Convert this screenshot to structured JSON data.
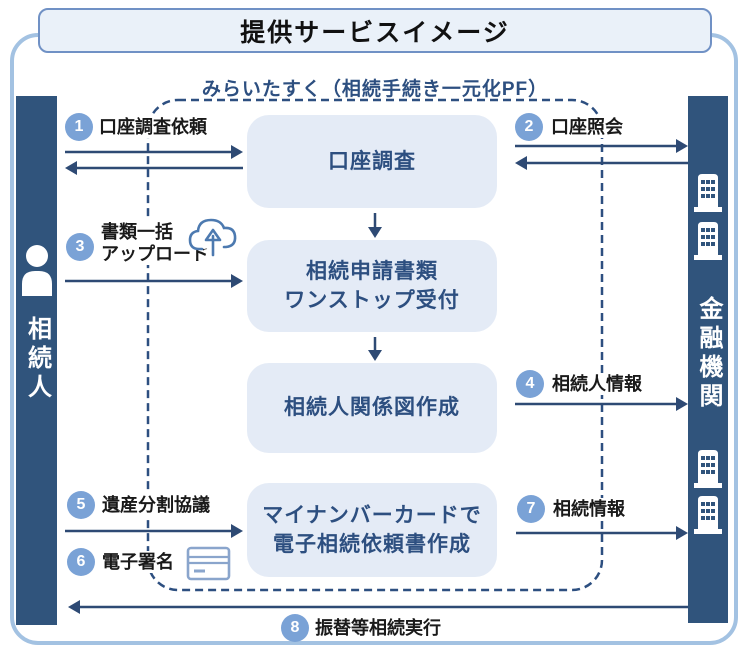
{
  "title": "提供サービスイメージ",
  "platform_label": "みらいたすく（相続手続き一元化PF）",
  "actors": {
    "heir": "相続人",
    "financial_institution": "金融機関"
  },
  "process_boxes": [
    {
      "lines": [
        "口座調査"
      ]
    },
    {
      "lines": [
        "相続申請書類",
        "ワンストップ受付"
      ]
    },
    {
      "lines": [
        "相続人関係図作成"
      ]
    },
    {
      "lines": [
        "マイナンバーカードで",
        "電子相続依頼書作成"
      ]
    }
  ],
  "steps": [
    {
      "num": "1",
      "label": "口座調査依頼"
    },
    {
      "num": "2",
      "label": "口座照会"
    },
    {
      "num": "3",
      "lines": [
        "書類一括",
        "アップロード"
      ],
      "icon": "cloud-upload-icon"
    },
    {
      "num": "4",
      "label": "相続人情報"
    },
    {
      "num": "5",
      "label": "遺産分割協議"
    },
    {
      "num": "6",
      "label": "電子署名",
      "icon": "signature-card-icon"
    },
    {
      "num": "7",
      "label": "相続情報"
    },
    {
      "num": "8",
      "label": "振替等相続実行"
    }
  ],
  "colors": {
    "bar_navy": "#30547C",
    "arrow_navy": "#2E4A74",
    "circle_blue": "#7AA2D6",
    "box_fill": "#E4EBF6",
    "box_text": "#2D4F80",
    "dashed_border": "#2D4F80",
    "outer_border": "#A3C2E2",
    "title_border": "#7091C5",
    "title_fill": "#EAF1F9",
    "label_text": "#1A1A1A"
  }
}
